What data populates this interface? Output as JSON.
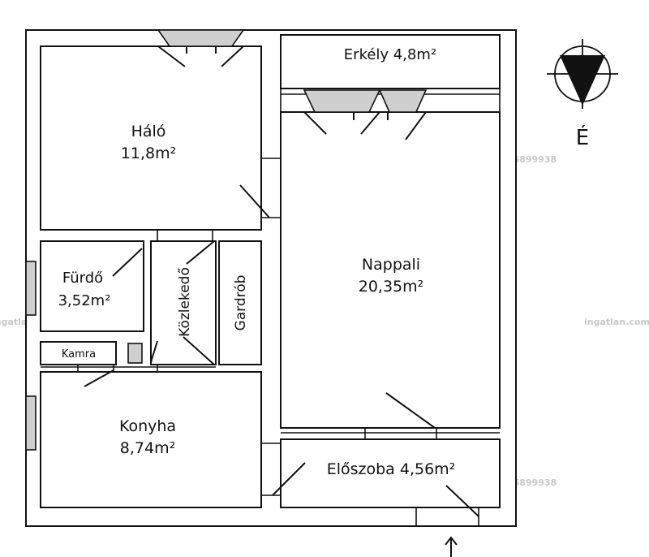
{
  "rooms": {
    "halo": {
      "name": "Háló",
      "area": "11,8m²"
    },
    "nappali": {
      "name": "Nappali",
      "area": "20,35m²"
    },
    "furdo": {
      "name": "Fürdő",
      "area": "3,52m²"
    },
    "konyha": {
      "name": "Konyha",
      "area": "8,74m²"
    },
    "erkely": {
      "label": "Erkély 4,8m²"
    },
    "eloszoba": {
      "label": "Előszoba 4,56m²"
    },
    "kozlekedo": {
      "label": "Közlekedő"
    },
    "gardrob": {
      "label": "Gardrób"
    },
    "kamra": {
      "label": "Kamra"
    }
  },
  "compass": {
    "north_label": "É"
  },
  "watermark": {
    "text": "ingatlan.com/36899938"
  }
}
